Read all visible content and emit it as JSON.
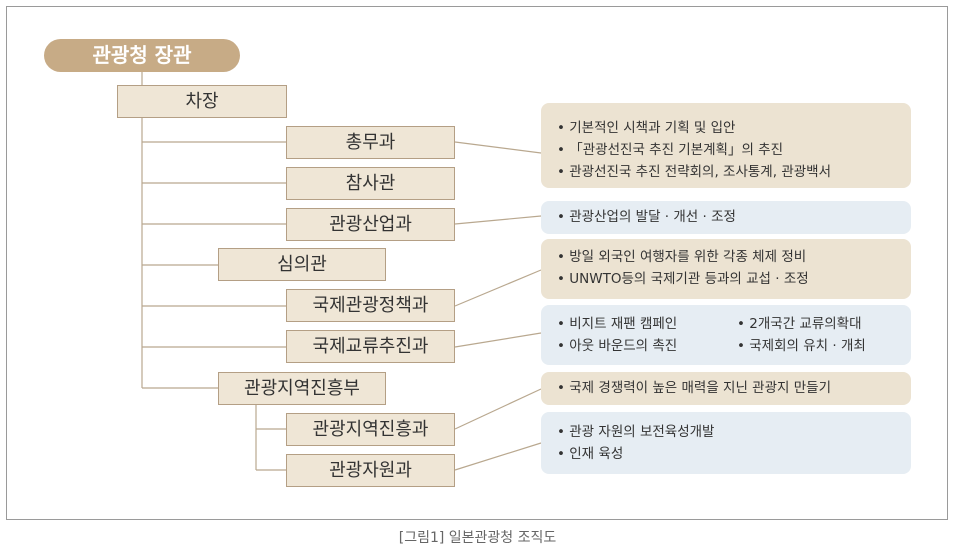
{
  "title": "관광청 장관",
  "units": {
    "vice": "차장",
    "general_affairs": "총무과",
    "counselor": "참사관",
    "industry": "관광산업과",
    "deliberation": "심의관",
    "intl_policy": "국제관광정책과",
    "intl_exchange": "국제교류추진과",
    "regional_dept": "관광지역진흥부",
    "regional_div": "관광지역진흥과",
    "resources": "관광자원과"
  },
  "notes": {
    "general_affairs": [
      "기본적인 시책과 기획 및 입안",
      "「관광선진국 추진 기본계획」의 추진",
      "관광선진국 추진 전략회의, 조사통계, 관광백서"
    ],
    "industry": [
      "관광산업의 발달 · 개선 · 조정"
    ],
    "intl_policy": [
      "방일 외국인 여행자를 위한 각종 체제 정비",
      "UNWTO등의 국제기관 등과의 교섭 · 조정"
    ],
    "intl_exchange": [
      "비지트 재팬 캠페인",
      "2개국간 교류의확대",
      "아웃 바운드의 촉진",
      "국제회의 유치 · 개최"
    ],
    "regional_div": [
      "국제 경쟁력이 높은 매력을 지닌 관광지 만들기"
    ],
    "resources": [
      "관광 자원의 보전육성개발",
      "인재 육성"
    ]
  },
  "caption": "[그림1] 일본관광청 조직도",
  "colors": {
    "root_bg": "#c7ab86",
    "box_bg": "#efe6d6",
    "box_border": "#b49f85",
    "note_beige": "#ece3d2",
    "note_blue": "#e6edf3",
    "line": "#b9a88f"
  }
}
